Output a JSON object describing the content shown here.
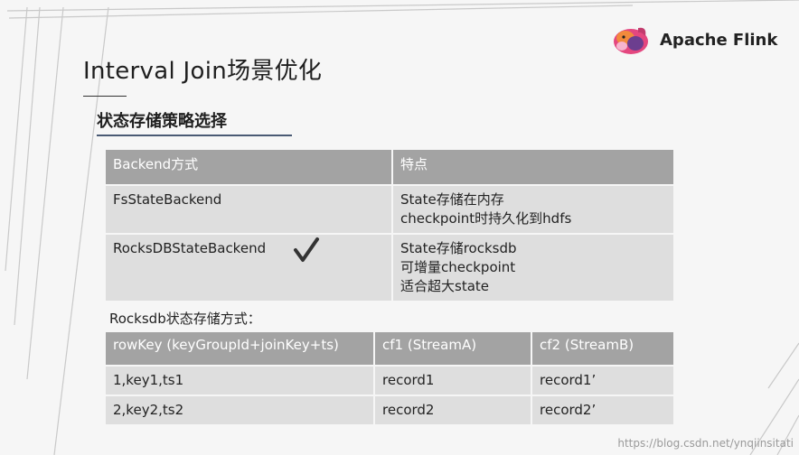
{
  "slide": {
    "title": "Interval Join场景优化",
    "subtitle": "状态存储策略选择",
    "brand": "Apache Flink",
    "table1": {
      "headers": [
        "Backend方式",
        "特点"
      ],
      "rows": [
        {
          "name": "FsStateBackend",
          "features": [
            "State存储在内存",
            "checkpoint时持久化到hdfs"
          ]
        },
        {
          "name": "RocksDBStateBackend",
          "features": [
            "State存储rocksdb",
            "可增量checkpoint",
            "适合超大state"
          ]
        }
      ]
    },
    "table2_label": "Rocksdb状态存储方式：",
    "table2": {
      "headers": [
        "rowKey (keyGroupId+joinKey+ts)",
        "cf1 (StreamA)",
        "cf2 (StreamB)"
      ],
      "rows": [
        [
          "1,key1,ts1",
          "record1",
          "record1’"
        ],
        [
          "2,key2,ts2",
          "record2",
          "record2’"
        ]
      ]
    },
    "watermark": "https://blog.csdn.net/ynqiinsitati"
  },
  "colors": {
    "header_bg": "#a3a3a3",
    "cell_bg": "#dedede",
    "rule": "#4a5a74"
  },
  "icons": [
    "flink-squirrel-logo",
    "check-icon"
  ]
}
